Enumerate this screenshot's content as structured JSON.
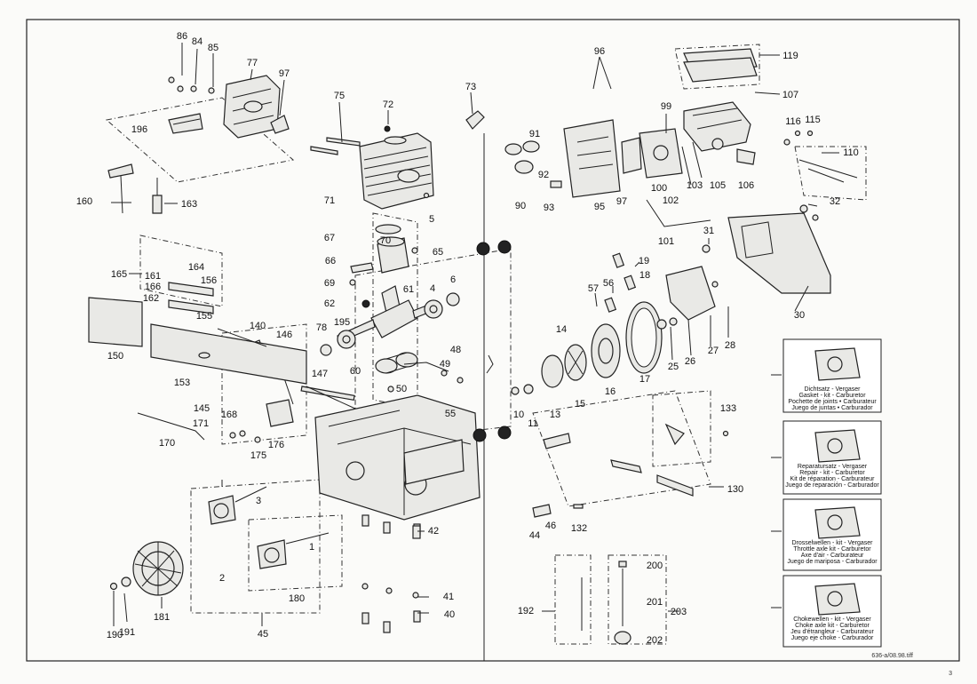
{
  "labels": [
    "86",
    "84",
    "85",
    "77",
    "97",
    "75",
    "72",
    "73",
    "96",
    "119",
    "107",
    "99",
    "116",
    "115",
    "110",
    "91",
    "92",
    "90",
    "93",
    "95",
    "97",
    "100",
    "103",
    "105",
    "106",
    "102",
    "101",
    "32",
    "31",
    "19",
    "18",
    "57",
    "56",
    "30",
    "28",
    "27",
    "26",
    "25",
    "17",
    "16",
    "15",
    "14",
    "13",
    "10",
    "11",
    "133",
    "130",
    "132",
    "44",
    "46",
    "42",
    "41",
    "40",
    "45",
    "48",
    "49",
    "50",
    "55",
    "60",
    "61",
    "62",
    "65",
    "66",
    "67",
    "69",
    "70",
    "71",
    "5",
    "4",
    "6",
    "78",
    "195",
    "196",
    "160",
    "163",
    "165",
    "161",
    "166",
    "162",
    "164",
    "156",
    "155",
    "150",
    "153",
    "140",
    "146",
    "147",
    "145",
    "168",
    "171",
    "170",
    "176",
    "175",
    "3",
    "2",
    "1",
    "180",
    "181",
    "191",
    "190",
    "192",
    "200",
    "201",
    "202",
    "203"
  ],
  "kits": {
    "kit_200": [
      "Dichtsatz - Vergaser",
      "Gasket - kit - Carburetor",
      "Pochette de joints • Carburateur",
      "Juego de juntas • Carburador"
    ],
    "kit_201": [
      "Reparatursatz - Vergaser",
      "Repair - kit - Carburetor",
      "Kit de réparation - Carburateur",
      "Juego de reparación - Carburador"
    ],
    "kit_202": [
      "Drosselwellen - kit - Vergaser",
      "Throttle axle kit - Carburetor",
      "Axe d'air - Carburateur",
      "Juego de mariposa - Carburador"
    ],
    "kit_203": [
      "Chokewellen - kit - Vergaser",
      "Choke axle kit - Carburetor",
      "Jeu d'étrangleur - Carburateur",
      "Juego eje choke - Carburador"
    ]
  },
  "footer": {
    "code": "636-a/08.98.tiff",
    "page": "3"
  }
}
